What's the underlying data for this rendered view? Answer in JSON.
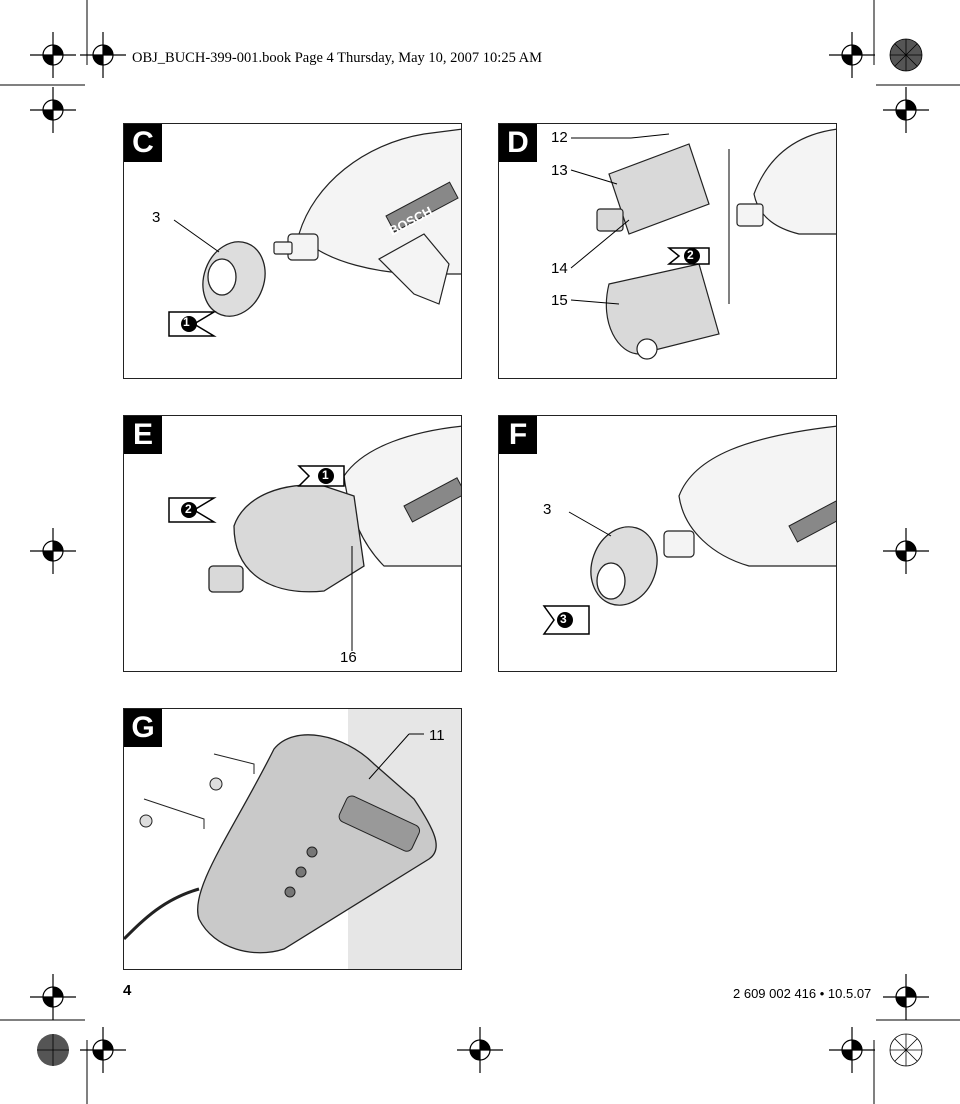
{
  "header": {
    "running_head": "OBJ_BUCH-399-001.book  Page 4  Thursday, May 10, 2007  10:25 AM"
  },
  "panels": {
    "c": {
      "tag": "C",
      "callouts": [
        "3"
      ],
      "step": "1"
    },
    "d": {
      "tag": "D",
      "callouts": [
        "12",
        "13",
        "14",
        "15"
      ],
      "step": "2"
    },
    "e": {
      "tag": "E",
      "callouts": [
        "16"
      ],
      "steps": [
        "1",
        "2"
      ]
    },
    "f": {
      "tag": "F",
      "callouts": [
        "3"
      ],
      "step": "3"
    },
    "g": {
      "tag": "G",
      "callouts": [
        "11"
      ]
    }
  },
  "brand_mark": "BOSCH",
  "footer": {
    "page_number": "4",
    "doc_ref": "2 609 002 416 • 10.5.07"
  }
}
